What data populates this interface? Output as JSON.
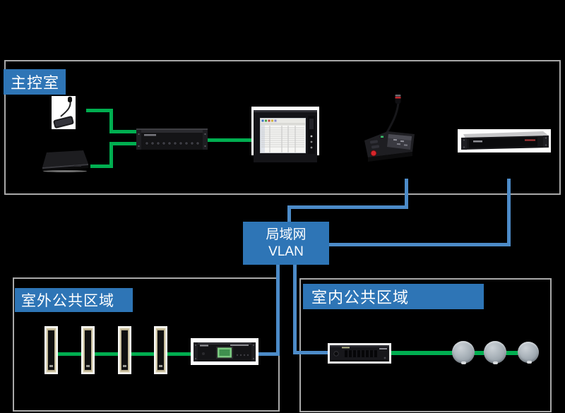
{
  "regions": {
    "control_room": {
      "label": "主控室"
    },
    "outdoor": {
      "label": "室外公共区域"
    },
    "indoor": {
      "label": "室内公共区域"
    },
    "network": {
      "line1": "局域网",
      "line2": "VLAN"
    }
  },
  "devices": {
    "desk_mic": "desktop-gooseneck-microphone",
    "dvd_player": "dvd-player",
    "mixer": "rack-mixer-preamplifier",
    "monitor_pc": "industrial-monitor-with-control-software",
    "paging_console": "ip-paging-console-with-touchscreen",
    "network_unit": "1u-rack-network-audio-unit",
    "column_speakers": "outdoor-column-speakers",
    "outdoor_amp": "outdoor-zone-amplifier-with-lcd",
    "indoor_amp": "indoor-zone-amplifier",
    "ceiling_speakers": "ceiling-speakers"
  },
  "colors": {
    "accent_blue": "#2e75b6",
    "connector_blue": "#4c8bc8",
    "connector_green": "#00ae50",
    "region_border": "#a9a9a9",
    "canvas_bg": "#000000"
  }
}
